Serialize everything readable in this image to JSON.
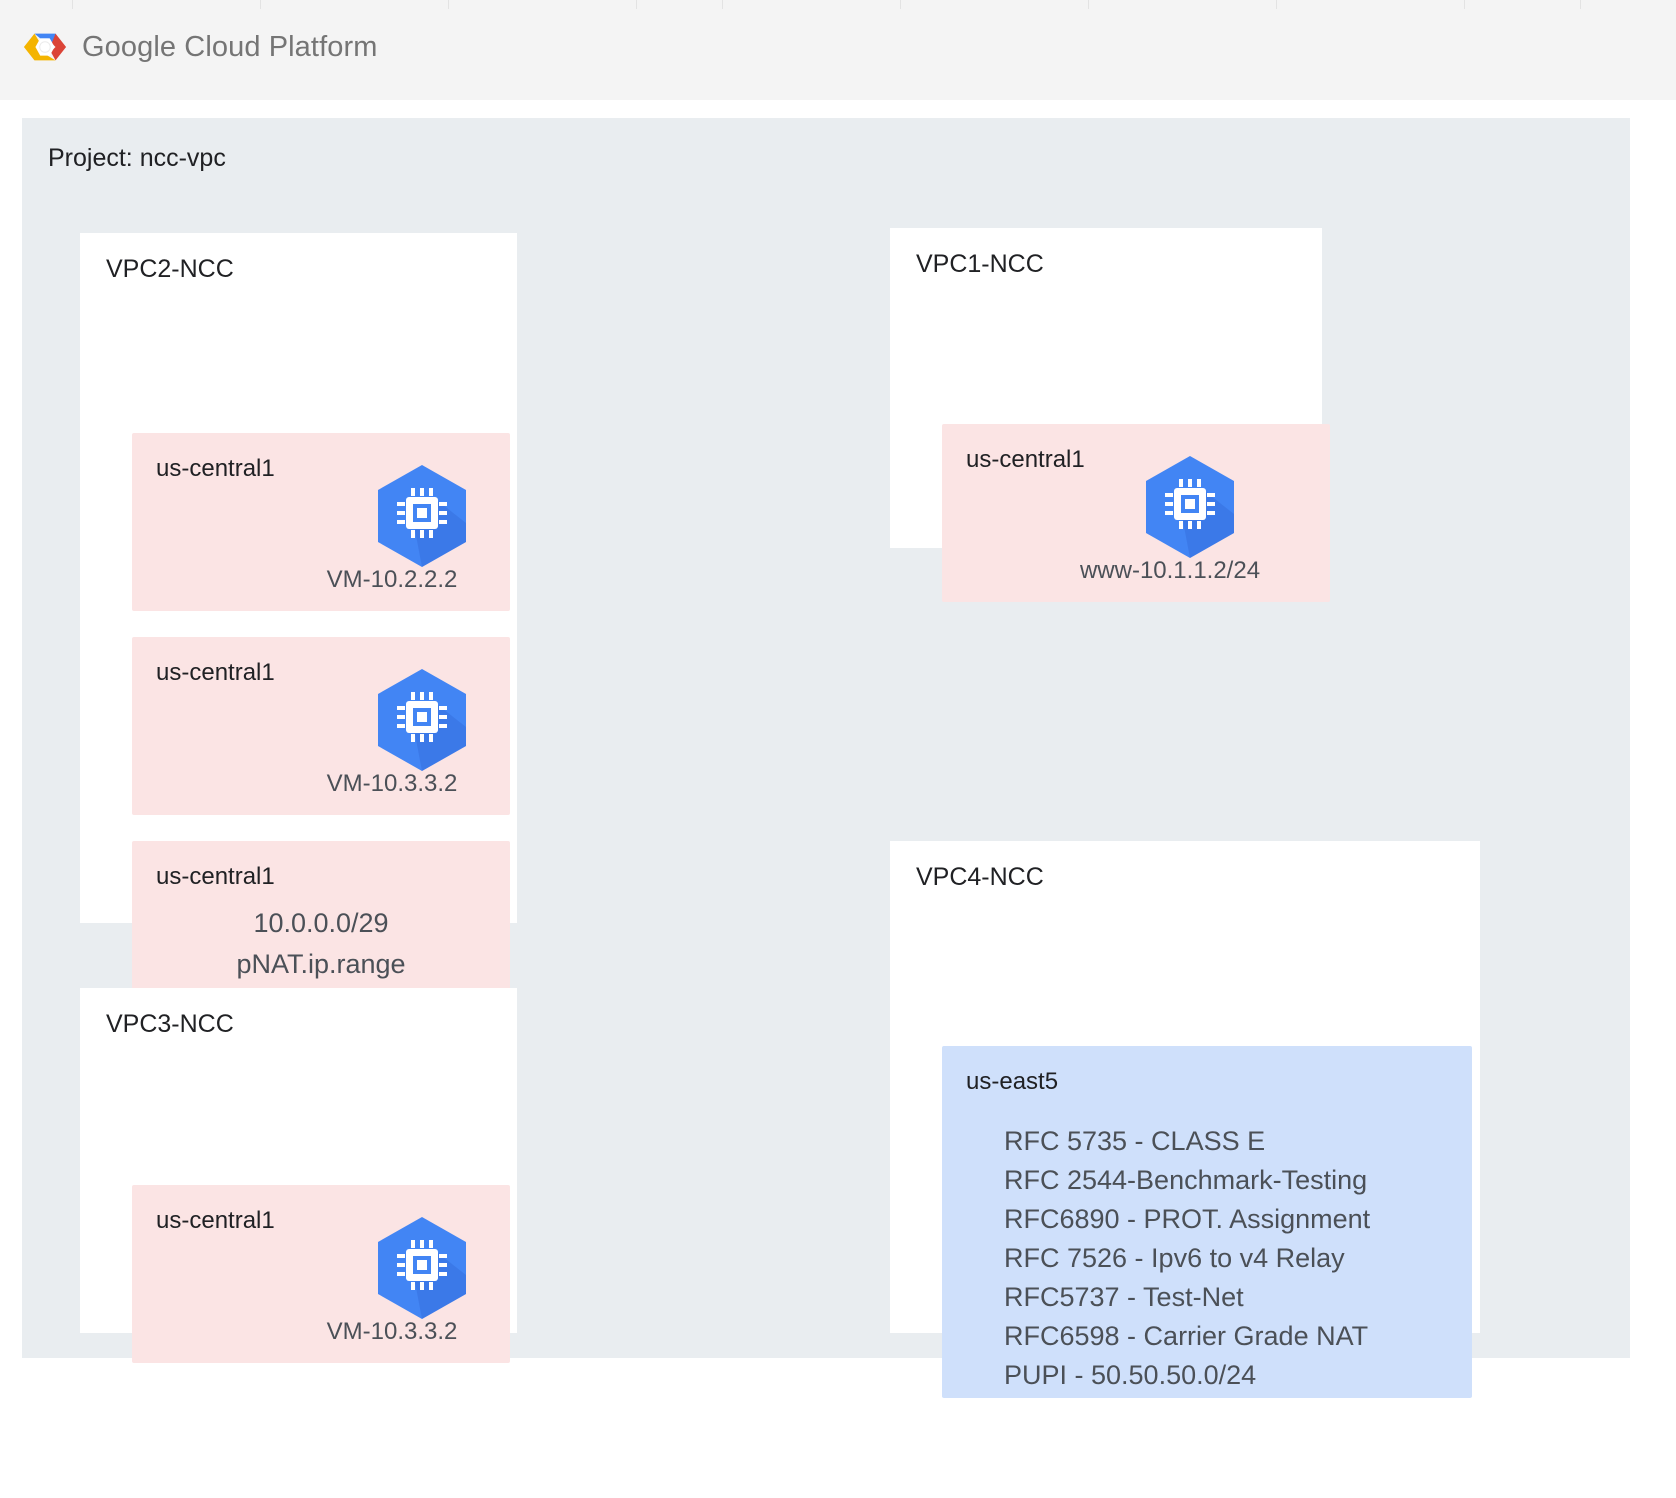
{
  "header": {
    "logo_icon": "google-cloud-platform-hexagon-logo",
    "logo_text": "Google Cloud Platform"
  },
  "canvas": {
    "project_label": "Project: ncc-vpc"
  },
  "vpcs": [
    {
      "id": "vpc2",
      "title": "VPC2-NCC",
      "cards": [
        {
          "id": "c-vm1",
          "region": "us-central1",
          "caption": "VM-10.2.2.2",
          "icon": "compute-engine-vm-icon",
          "color": "pink"
        },
        {
          "id": "c-vm2",
          "region": "us-central1",
          "caption": "VM-10.3.3.2",
          "icon": "compute-engine-vm-icon",
          "color": "pink"
        },
        {
          "id": "c-pnat",
          "region": "us-central1",
          "lines": [
            "10.0.0.0/29",
            "pNAT.ip.range"
          ],
          "color": "pink"
        }
      ]
    },
    {
      "id": "vpc1",
      "title": "VPC1-NCC",
      "cards": [
        {
          "id": "c-www",
          "region": "us-central1",
          "caption": "www-10.1.1.2/24",
          "icon": "compute-engine-vm-icon",
          "color": "pink"
        }
      ]
    },
    {
      "id": "vpc3",
      "title": "VPC3-NCC",
      "cards": [
        {
          "id": "c-vm3",
          "region": "us-central1",
          "caption": "VM-10.3.3.2",
          "icon": "compute-engine-vm-icon",
          "color": "pink"
        }
      ]
    },
    {
      "id": "vpc4",
      "title": "VPC4-NCC",
      "cards": [
        {
          "id": "c-rfc",
          "region": "us-east5",
          "color": "blue",
          "lines": [
            "RFC 5735 - CLASS E",
            "RFC 2544-Benchmark-Testing",
            "RFC6890 - PROT. Assignment",
            "RFC 7526 - Ipv6 to v4 Relay",
            "RFC5737 - Test-Net",
            "RFC6598 - Carrier Grade NAT",
            "PUPI - 50.50.50.0/24"
          ]
        }
      ]
    }
  ],
  "colors": {
    "header_bg": "#f4f4f4",
    "canvas_bg": "#e9edf0",
    "vpc_bg": "#ffffff",
    "card_pink": "#fbe4e4",
    "card_blue": "#cfe0fb",
    "vm_icon_blue": "#4285f4",
    "logo_blue": "#4285f4",
    "logo_red": "#db4437",
    "logo_yellow": "#f4b400",
    "text_primary": "#202124",
    "text_secondary": "#4b5057"
  }
}
